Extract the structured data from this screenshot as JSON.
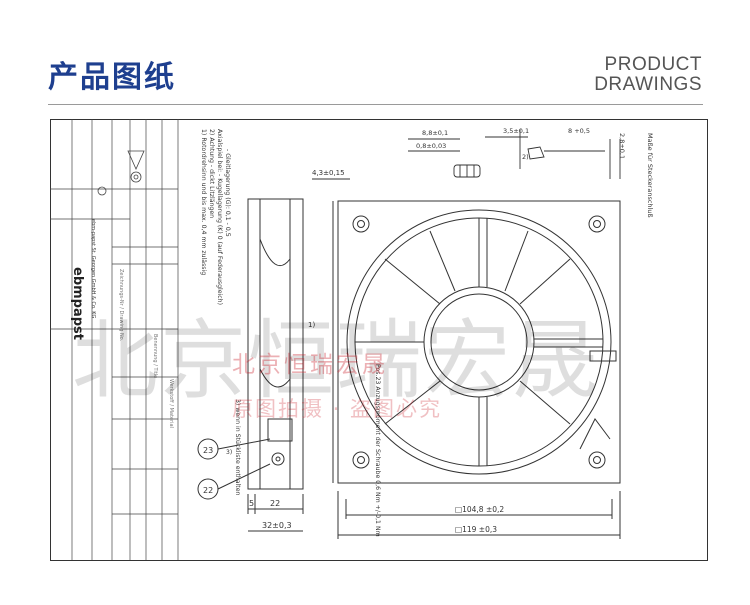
{
  "header": {
    "title_cn": "产品图纸",
    "title_en_line1": "PRODUCT",
    "title_en_line2": "DRAWINGS"
  },
  "watermark": {
    "big": "北京恒瑞宏晟",
    "red": "北京恒瑞宏晟",
    "red2": "原图拍摄 · 盗图必究"
  },
  "drawing": {
    "brand": "ebmpapst",
    "company": "ebm-papst St. Georgen GmbH & Co. KG",
    "notes": {
      "n1": "1) Rotordrehsinn und bis max. 0,4 mm zulässig",
      "n2": "2) Achtung - dickt Litzlängen",
      "n3": "Axialspiel bei: - Kugellagerung (K) 0 (auf Federausgleich)",
      "n4": "- Gleitlagerung (G): 0,1 - 0,5",
      "pos": "Pos.23 Anzugsmoment der Schraube 0,6 Nm +/-0,1 Nm",
      "stuck": "3) wenn in Stückliste enthalten"
    },
    "plug": {
      "label": "Maße für Steckeranschluß",
      "d_88": "8,8±0,1",
      "d_08": "0,8±0,03",
      "d_35": "3,5±0,1",
      "d_8": "8 +0,5",
      "d_28": "2,8±0,1",
      "note_2": "2)"
    },
    "dims": {
      "d_43": "4,3±0,15",
      "d_1048": "□104,8 ±0,2",
      "d_119": "□119 ±0,3",
      "d_22": "22",
      "d_5": "5",
      "d_32": "32±0,3",
      "b23": "23",
      "b22": "22",
      "ref1": "1)",
      "ref3": "3)"
    }
  }
}
